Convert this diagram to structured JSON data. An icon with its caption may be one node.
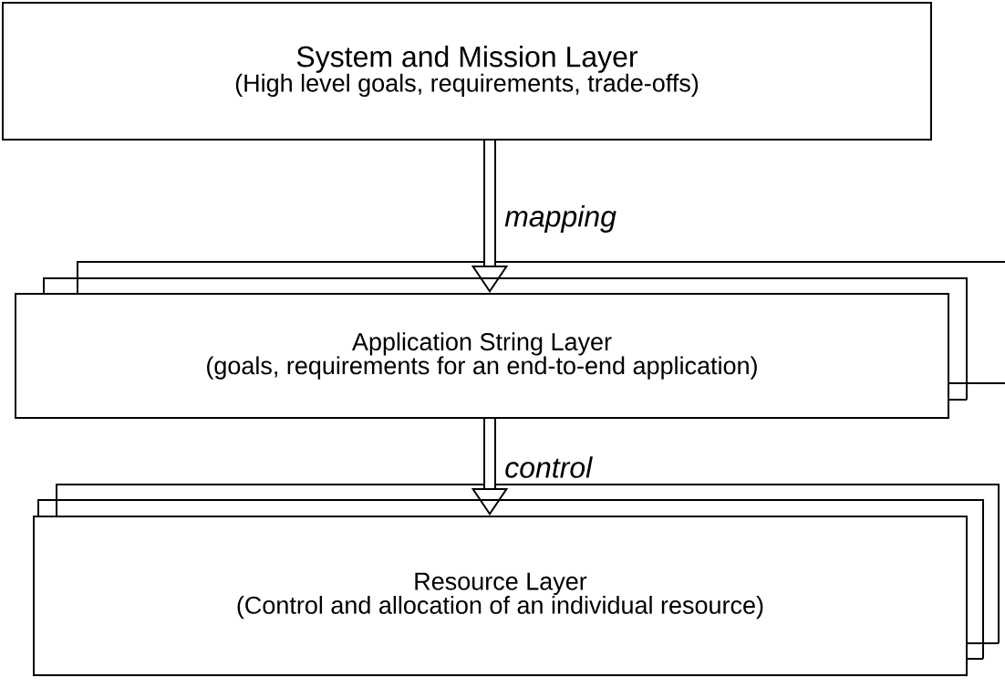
{
  "diagram": {
    "nodes": [
      {
        "text": [
          "System and Mission Layer",
          "(High level goals, requirements, trade-offs)"
        ]
      },
      {
        "text": [
          "Application String Layer",
          "(goals, requirements for an end-to-end application)"
        ]
      },
      {
        "text": [
          "Resource Layer",
          "(Control and allocation of an individual resource)"
        ]
      }
    ],
    "edges": [
      {
        "from": 0,
        "to": 1,
        "arrow": "to",
        "label": "mapping"
      },
      {
        "from": 1,
        "to": 2,
        "arrow": "to",
        "label": "control"
      }
    ]
  }
}
